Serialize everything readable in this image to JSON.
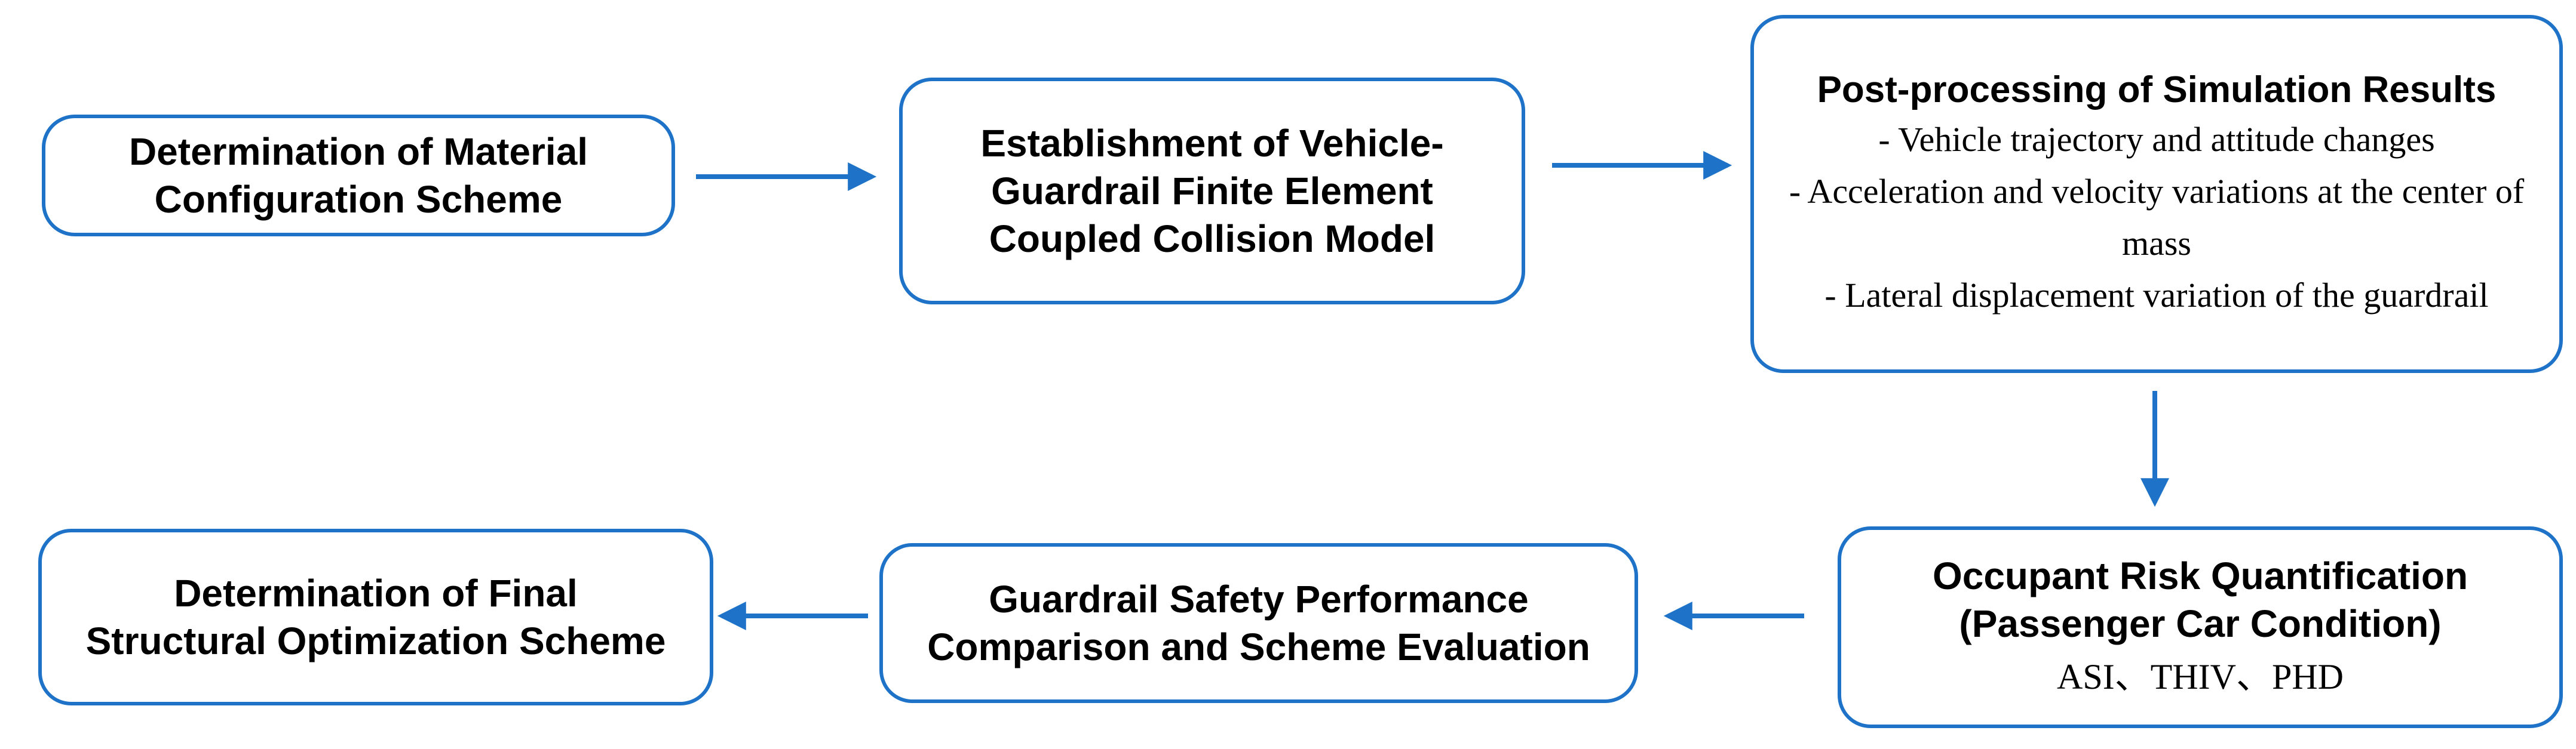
{
  "colors": {
    "accent_blue": "#1E73C8",
    "text": "#000000",
    "background": "#FFFFFF"
  },
  "flowchart": {
    "boxes": [
      {
        "id": "material-configuration",
        "lines": [
          "Determination of Material",
          "Configuration Scheme"
        ]
      },
      {
        "id": "vehicle-guardrail-model",
        "lines": [
          "Establishment of Vehicle-",
          "Guardrail Finite Element",
          "Coupled Collision Model"
        ]
      },
      {
        "id": "post-processing",
        "title": "Post-processing of Simulation Results",
        "bullets": [
          "- Vehicle trajectory and attitude changes",
          "- Acceleration and velocity variations at the center of mass",
          "- Lateral displacement variation of the guardrail"
        ]
      },
      {
        "id": "occupant-risk",
        "lines": [
          "Occupant Risk Quantification",
          "(Passenger Car Condition)"
        ],
        "metrics": "ASI、THIV、PHD"
      },
      {
        "id": "safety-comparison",
        "lines": [
          "Guardrail Safety Performance",
          "Comparison and Scheme Evaluation"
        ]
      },
      {
        "id": "final-scheme",
        "lines": [
          "Determination of Final",
          "Structural Optimization Scheme"
        ]
      }
    ],
    "arrows": [
      {
        "id": "arrow-material-to-model",
        "direction": "right"
      },
      {
        "id": "arrow-model-to-postprocessing",
        "direction": "right"
      },
      {
        "id": "arrow-postprocessing-to-occupant-risk",
        "direction": "down"
      },
      {
        "id": "arrow-occupant-risk-to-comparison",
        "direction": "left"
      },
      {
        "id": "arrow-comparison-to-final-scheme",
        "direction": "left"
      }
    ]
  }
}
